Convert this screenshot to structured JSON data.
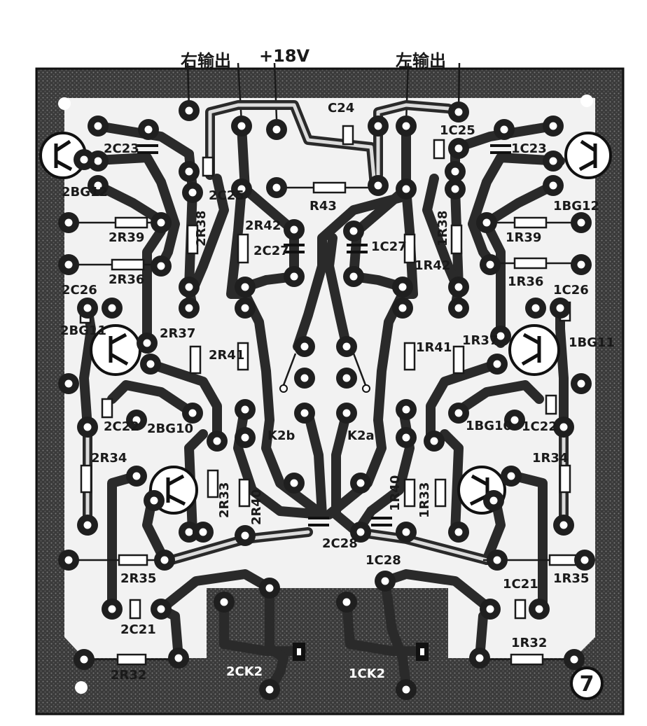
{
  "board": {
    "top_labels": [
      "右输出",
      "+18V",
      "左输出"
    ],
    "corner_number": "7"
  },
  "left_channel_labels": {
    "transistors": [
      "2BG12",
      "2BG11",
      "2BG10"
    ],
    "resistors": [
      "2R39",
      "2R36",
      "2R37",
      "2R38",
      "2R41",
      "2R42",
      "2R40",
      "2R33",
      "2R34",
      "2R35",
      "2R32"
    ],
    "capacitors": [
      "2C23",
      "2C25",
      "2C26",
      "2C27",
      "2C22",
      "2C28",
      "2C21"
    ],
    "switch": "K2b",
    "jack": "2CK2"
  },
  "right_channel_labels": {
    "transistors": [
      "1BG12",
      "1BG11",
      "1BG10"
    ],
    "resistors": [
      "1R39",
      "1R36",
      "1R37",
      "1R38",
      "1R41",
      "1R42",
      "1R40",
      "1R33",
      "1R34",
      "1R35",
      "1R32"
    ],
    "capacitors": [
      "1C23",
      "1C25",
      "1C26",
      "1C27",
      "1C22",
      "1C28",
      "1C21"
    ],
    "switch": "K2a",
    "jack": "1CK2"
  },
  "shared_labels": {
    "c24": "C24",
    "r43": "R43"
  }
}
